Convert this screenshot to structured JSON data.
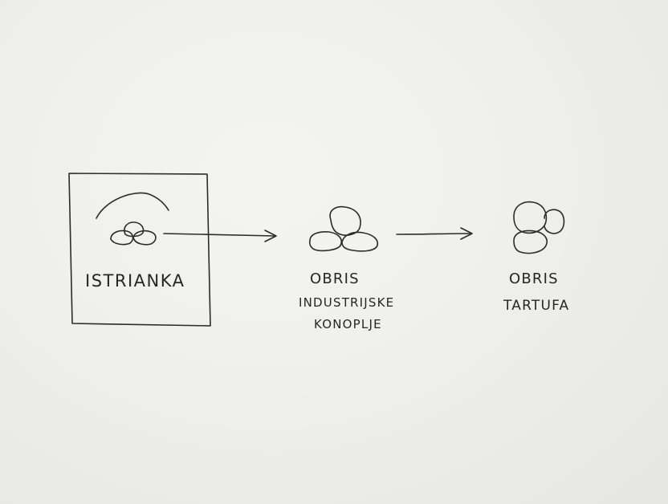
{
  "diagram": {
    "nodes": [
      {
        "id": "istrianka",
        "lines": [
          "ISTRIANKA"
        ]
      },
      {
        "id": "hemp",
        "lines": [
          "OBRIS",
          "INDUSTRIJSKE",
          "KONOPLJE"
        ]
      },
      {
        "id": "truffle",
        "lines": [
          "OBRIS",
          "TARTUFA"
        ]
      }
    ],
    "edges": [
      {
        "from": "istrianka",
        "to": "hemp"
      },
      {
        "from": "hemp",
        "to": "truffle"
      }
    ]
  }
}
